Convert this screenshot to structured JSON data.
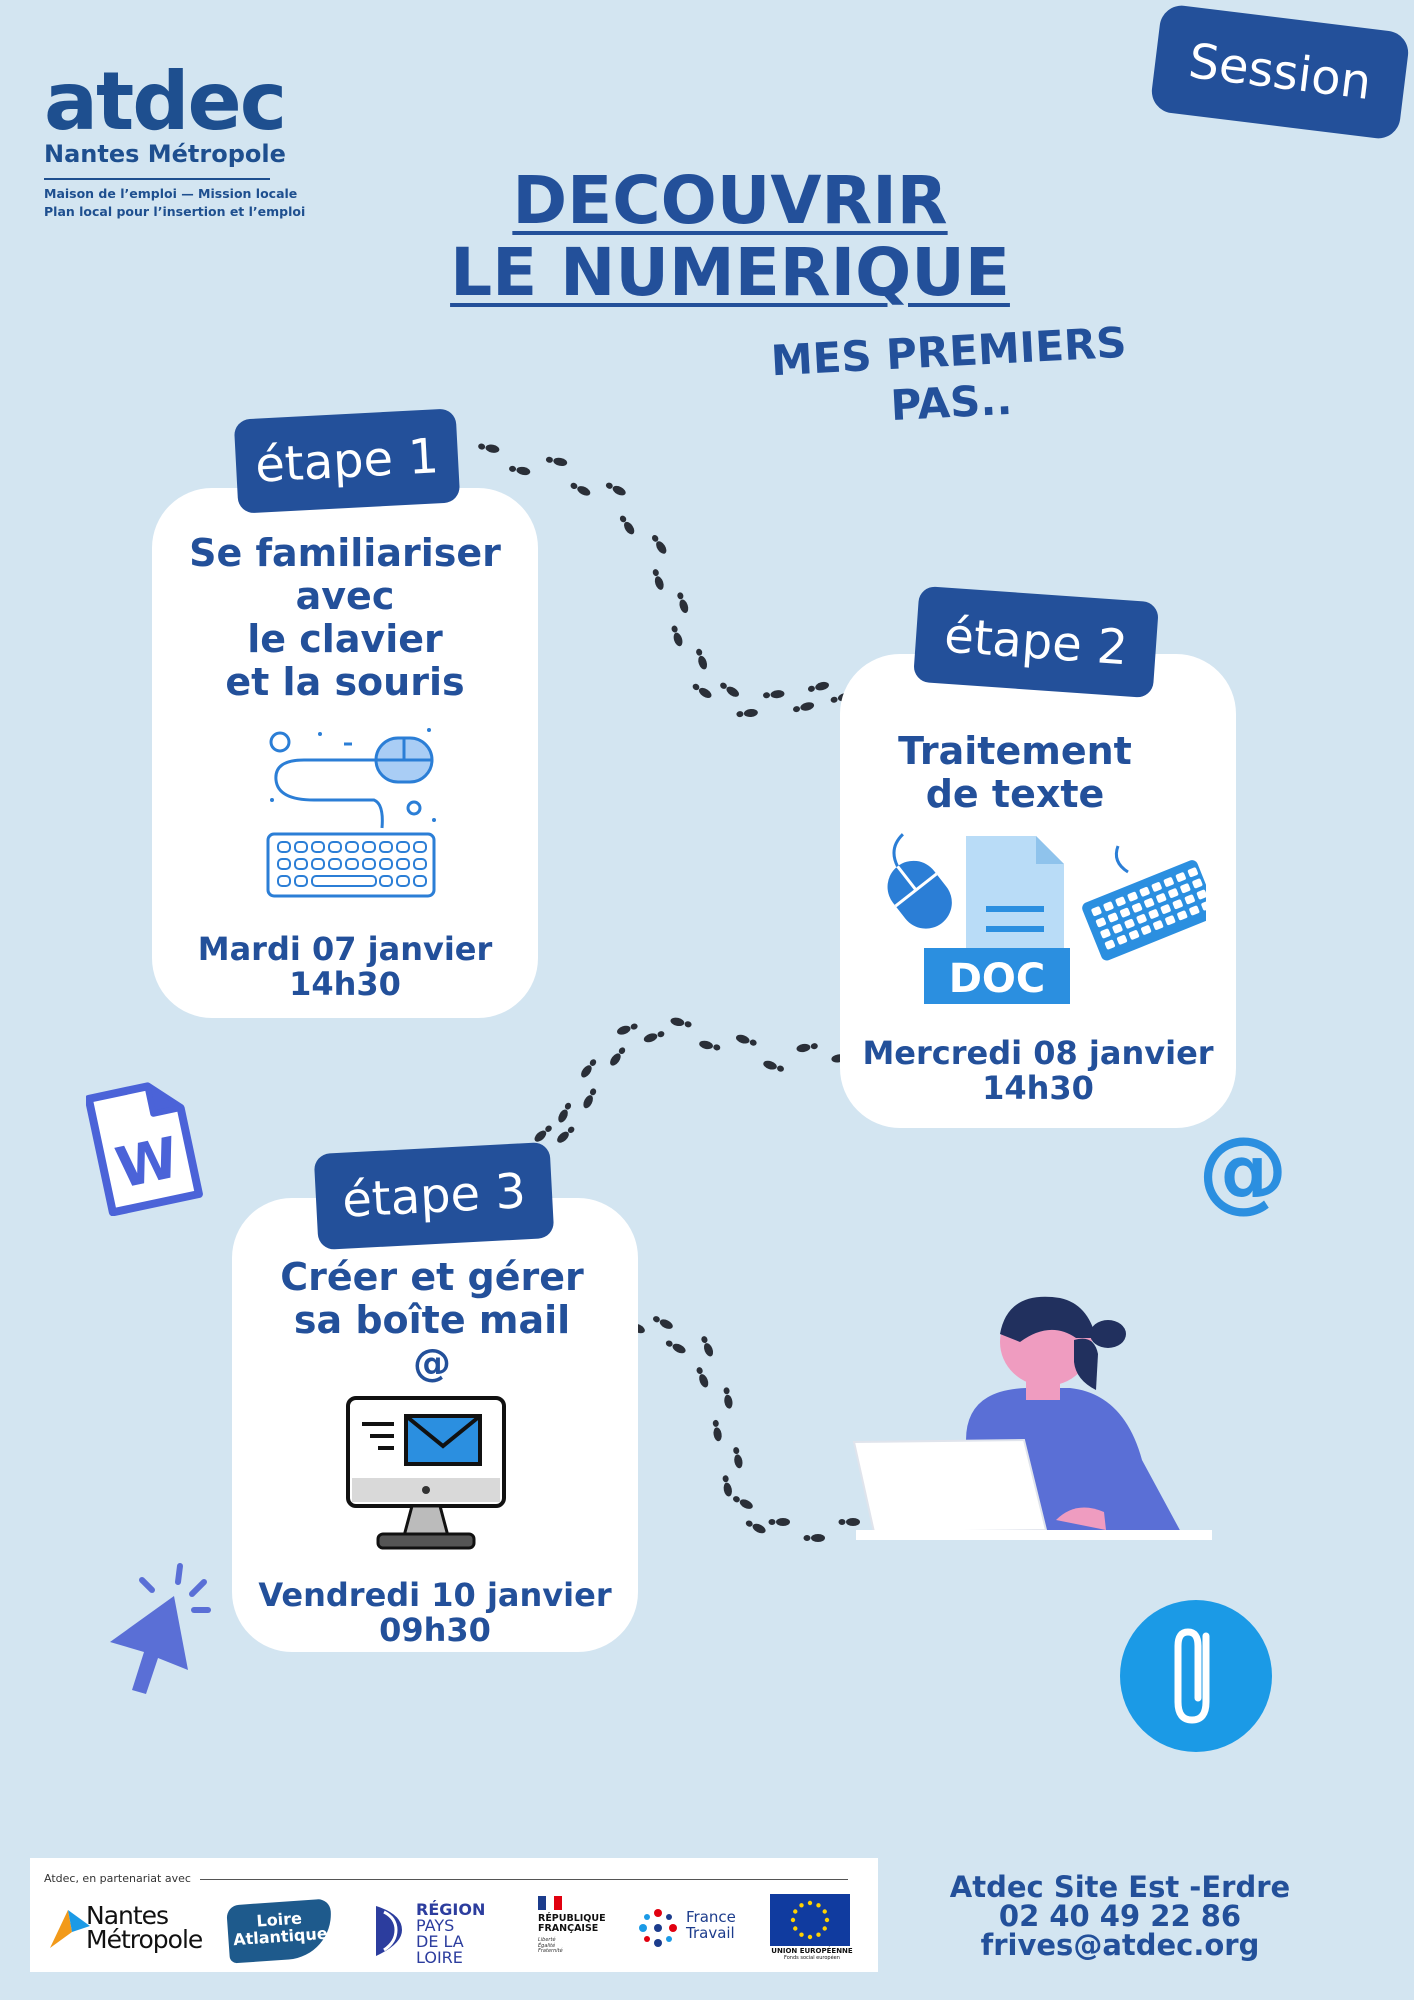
{
  "logo": {
    "name": "atdec",
    "subtitle": "Nantes Métropole",
    "line1": "Maison de l’emploi — Mission locale",
    "line2": "Plan local pour  l’insertion et l’emploi"
  },
  "session_label": "Session",
  "title": {
    "line1": "DECOUVRIR ",
    "line2": "LE NUMERIQUE "
  },
  "subtitle": {
    "line1": "MES PREMIERS",
    "line2": "PAS.."
  },
  "steps": [
    {
      "badge": "étape 1",
      "lines": [
        "Se familiariser",
        "avec",
        "le clavier",
        "et la souris"
      ],
      "date": "Mardi 07  janvier",
      "time": "14h30"
    },
    {
      "badge": "étape 2",
      "lines": [
        "Traitement",
        "de texte"
      ],
      "doc_label": "DOC",
      "date": "Mercredi 08  janvier",
      "time": "14h30"
    },
    {
      "badge": "étape 3",
      "lines": [
        "Créer et gérer",
        "sa boîte mail",
        "@"
      ],
      "date": "Vendredi 10 janvier",
      "time": "09h30"
    }
  ],
  "decor": {
    "word_letter": "W",
    "at_symbol": "@"
  },
  "footer": {
    "partner_label": "Atdec, en partenariat avec",
    "partners": {
      "nantes": {
        "line1": "Nantes",
        "line2": "Métropole"
      },
      "loire": {
        "line1": "Loire",
        "line2": "Atlantique"
      },
      "region": {
        "line1": "RÉGION",
        "line2": "PAYS",
        "line3": "DE LA LOIRE"
      },
      "republique": {
        "line1": "RÉPUBLIQUE",
        "line2": "FRANÇAISE",
        "motto1": "Liberté",
        "motto2": "Égalité",
        "motto3": "Fraternité"
      },
      "france_travail": {
        "line1": "France",
        "line2": "Travail"
      },
      "ue": {
        "line1": "UNION EUROPÉENNE",
        "line2": "Fonds social européen"
      }
    },
    "contact": {
      "site": "Atdec Site Est -Erdre",
      "phone": "02 40 49 22 86",
      "email": "frives@atdec.org"
    }
  },
  "colors": {
    "background": "#d3e5f1",
    "primary": "#23509a",
    "accent": "#2b8fe0",
    "purple": "#5a6fd6"
  }
}
